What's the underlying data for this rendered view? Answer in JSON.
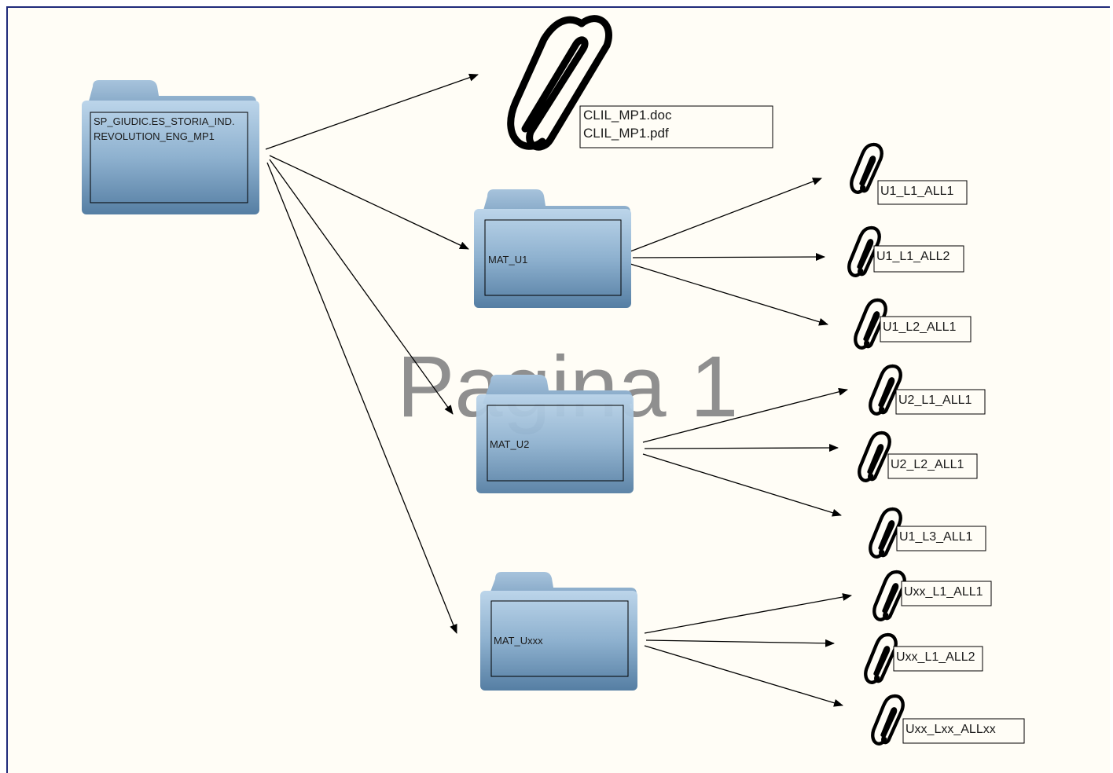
{
  "watermark": "Pagina 1",
  "root_folder": {
    "line1": "SP_GIUDIC.ES_STORIA_IND.",
    "line2": "REVOLUTION_ENG_MP1"
  },
  "root_docs": [
    "CLIL_MP1.doc",
    "CLIL_MP1.pdf"
  ],
  "subfolders": [
    {
      "label": "MAT_U1",
      "files": [
        "U1_L1_ALL1",
        "U1_L1_ALL2",
        "U1_L2_ALL1"
      ]
    },
    {
      "label": "MAT_U2",
      "files": [
        "U2_L1_ALL1",
        "U2_L2_ALL1",
        "U1_L3_ALL1"
      ]
    },
    {
      "label": "MAT_Uxxx",
      "files": [
        "Uxx_L1_ALL1",
        "Uxx_L1_ALL2",
        "Uxx_Lxx_ALLxx"
      ]
    }
  ],
  "colors": {
    "folder_top": "#a9c6de",
    "folder_bottom": "#5f87aa",
    "arrow": "#000000",
    "border": "#1f2a7a"
  }
}
